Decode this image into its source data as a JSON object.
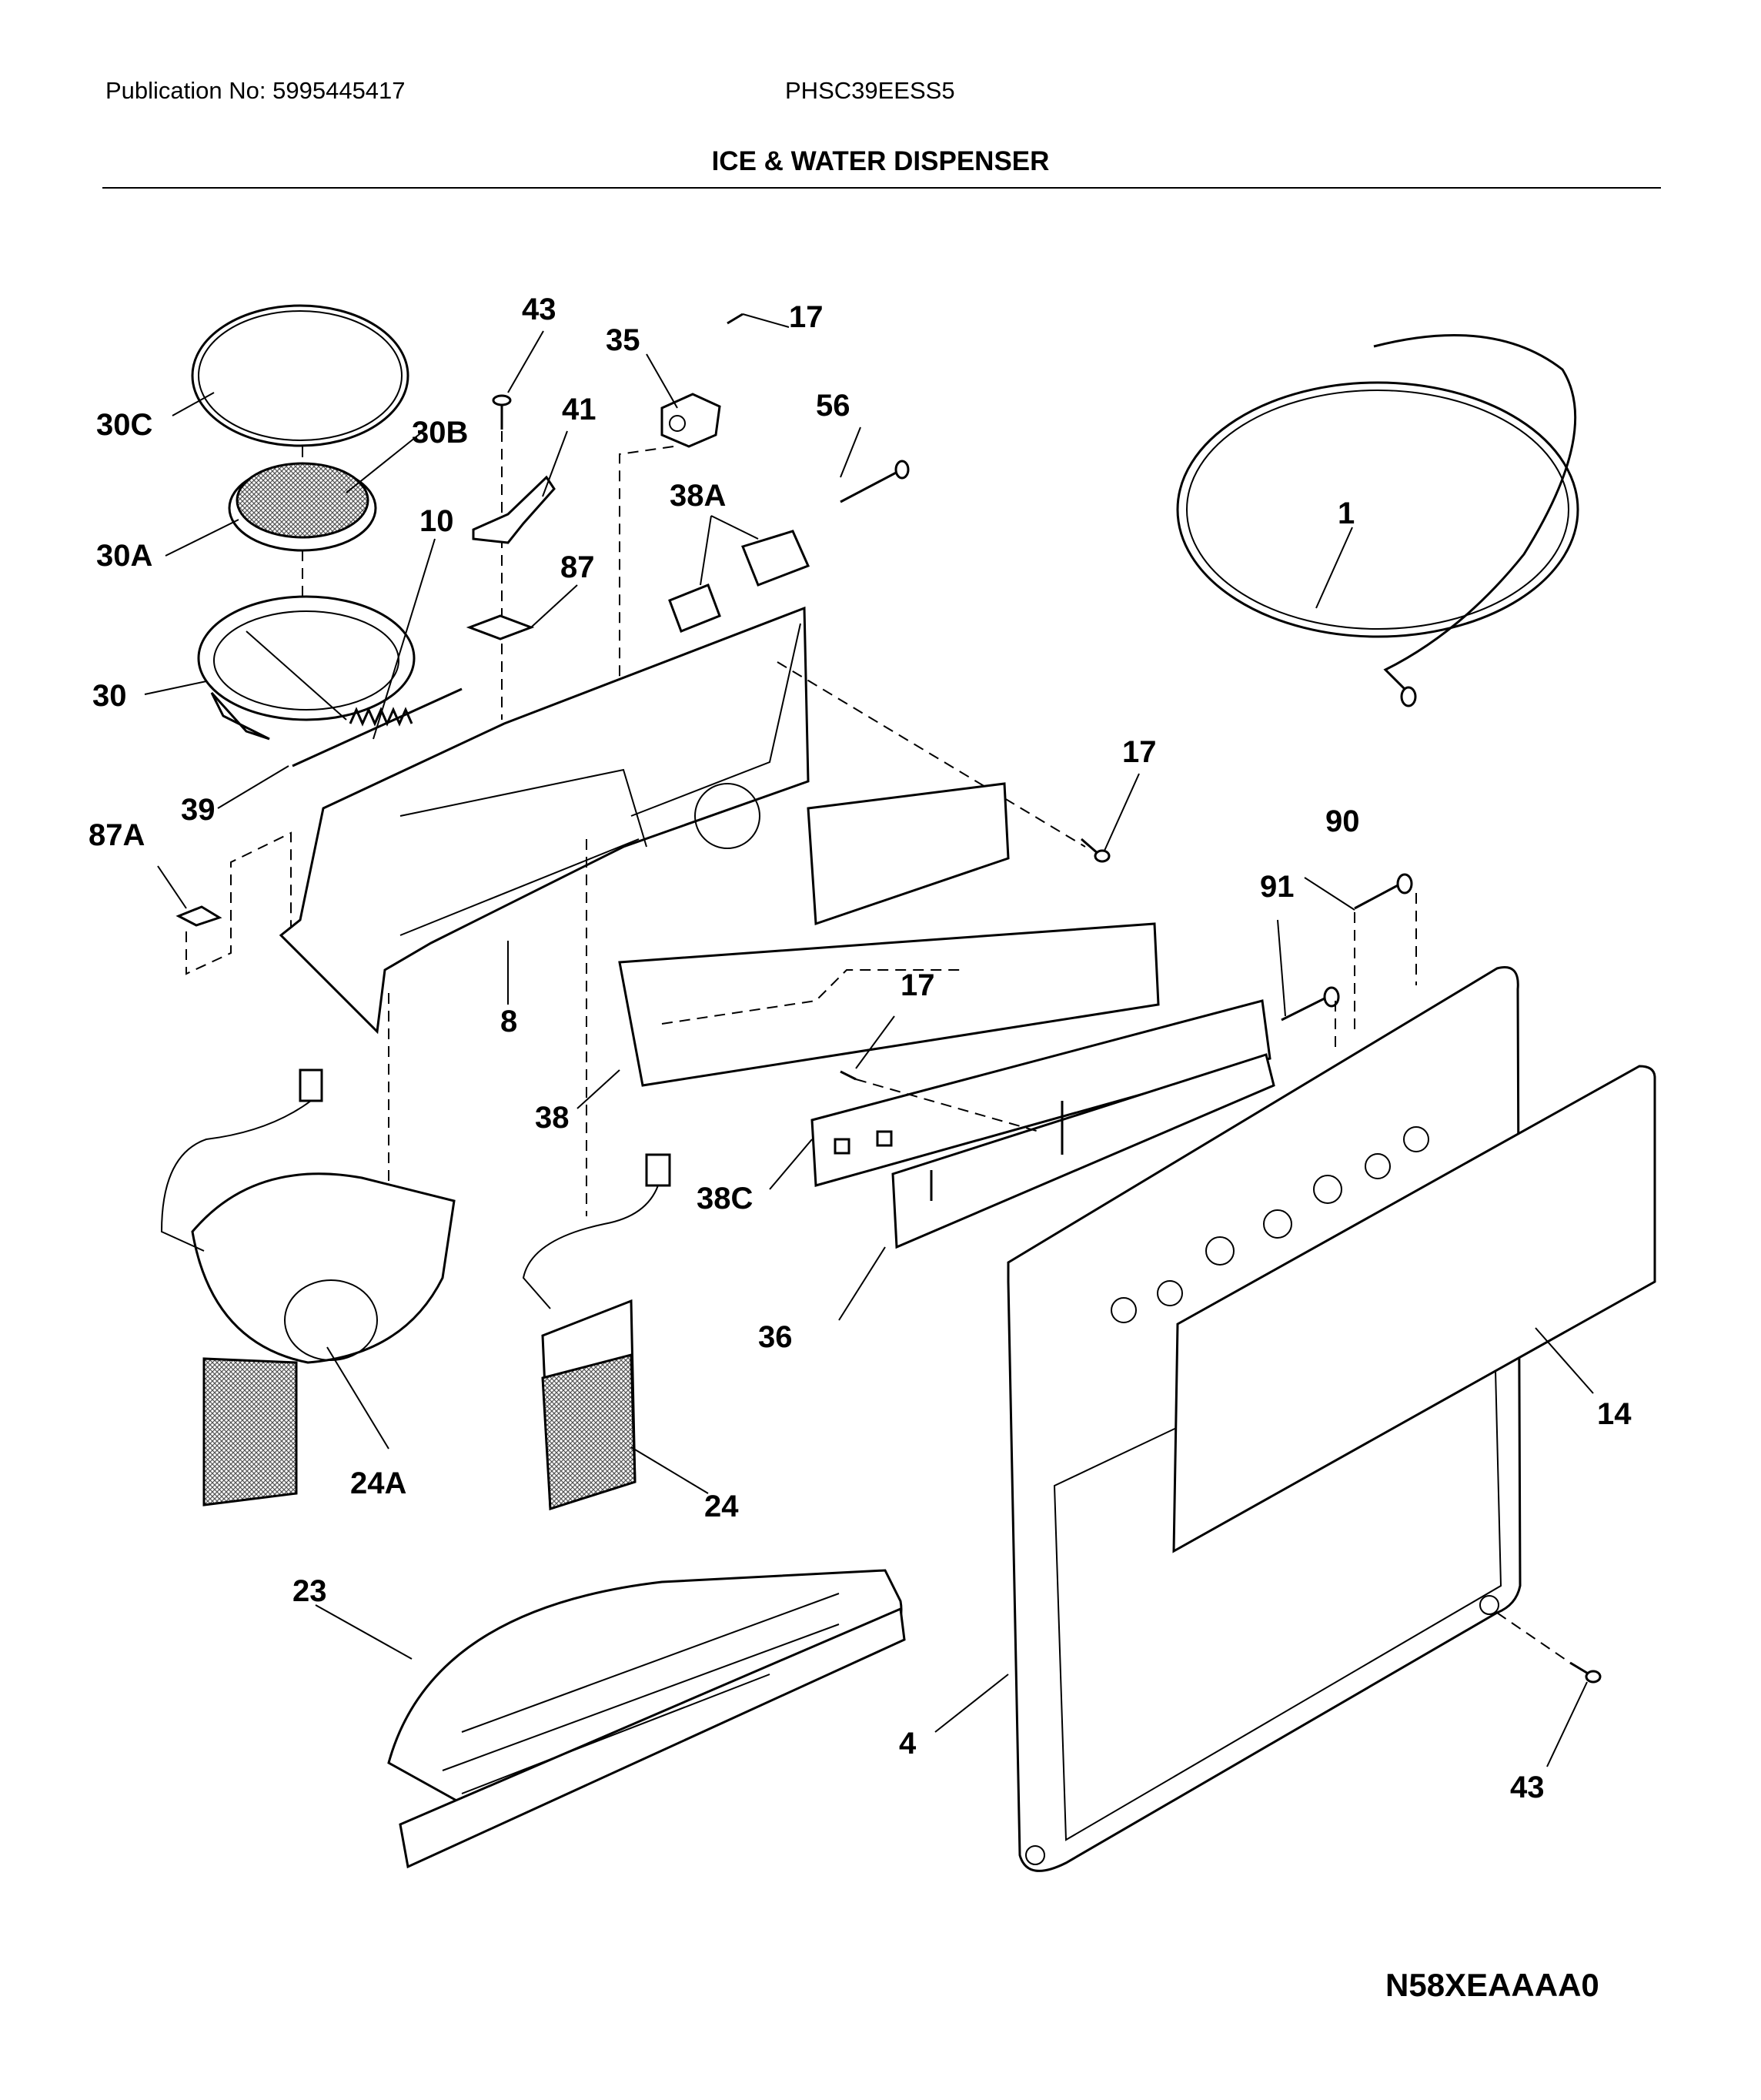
{
  "header": {
    "publication": "Publication No: 5995445417",
    "model": "PHSC39EESS5",
    "title": "ICE & WATER DISPENSER"
  },
  "diagram_code": "N58XEAAAA0",
  "callouts": [
    "30C",
    "43",
    "35",
    "17",
    "56",
    "30B",
    "41",
    "38A",
    "1",
    "30A",
    "10",
    "87",
    "30",
    "39",
    "17",
    "87A",
    "90",
    "91",
    "8",
    "17",
    "38",
    "38C",
    "36",
    "14",
    "24A",
    "24",
    "23",
    "4",
    "43"
  ]
}
